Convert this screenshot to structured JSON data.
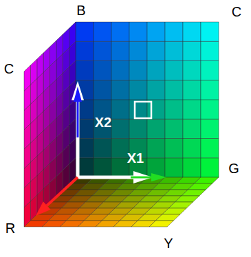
{
  "diagram": {
    "labels": [
      "B",
      "C",
      "C",
      "X2",
      "X1",
      "G",
      "R",
      "Y"
    ]
  }
}
